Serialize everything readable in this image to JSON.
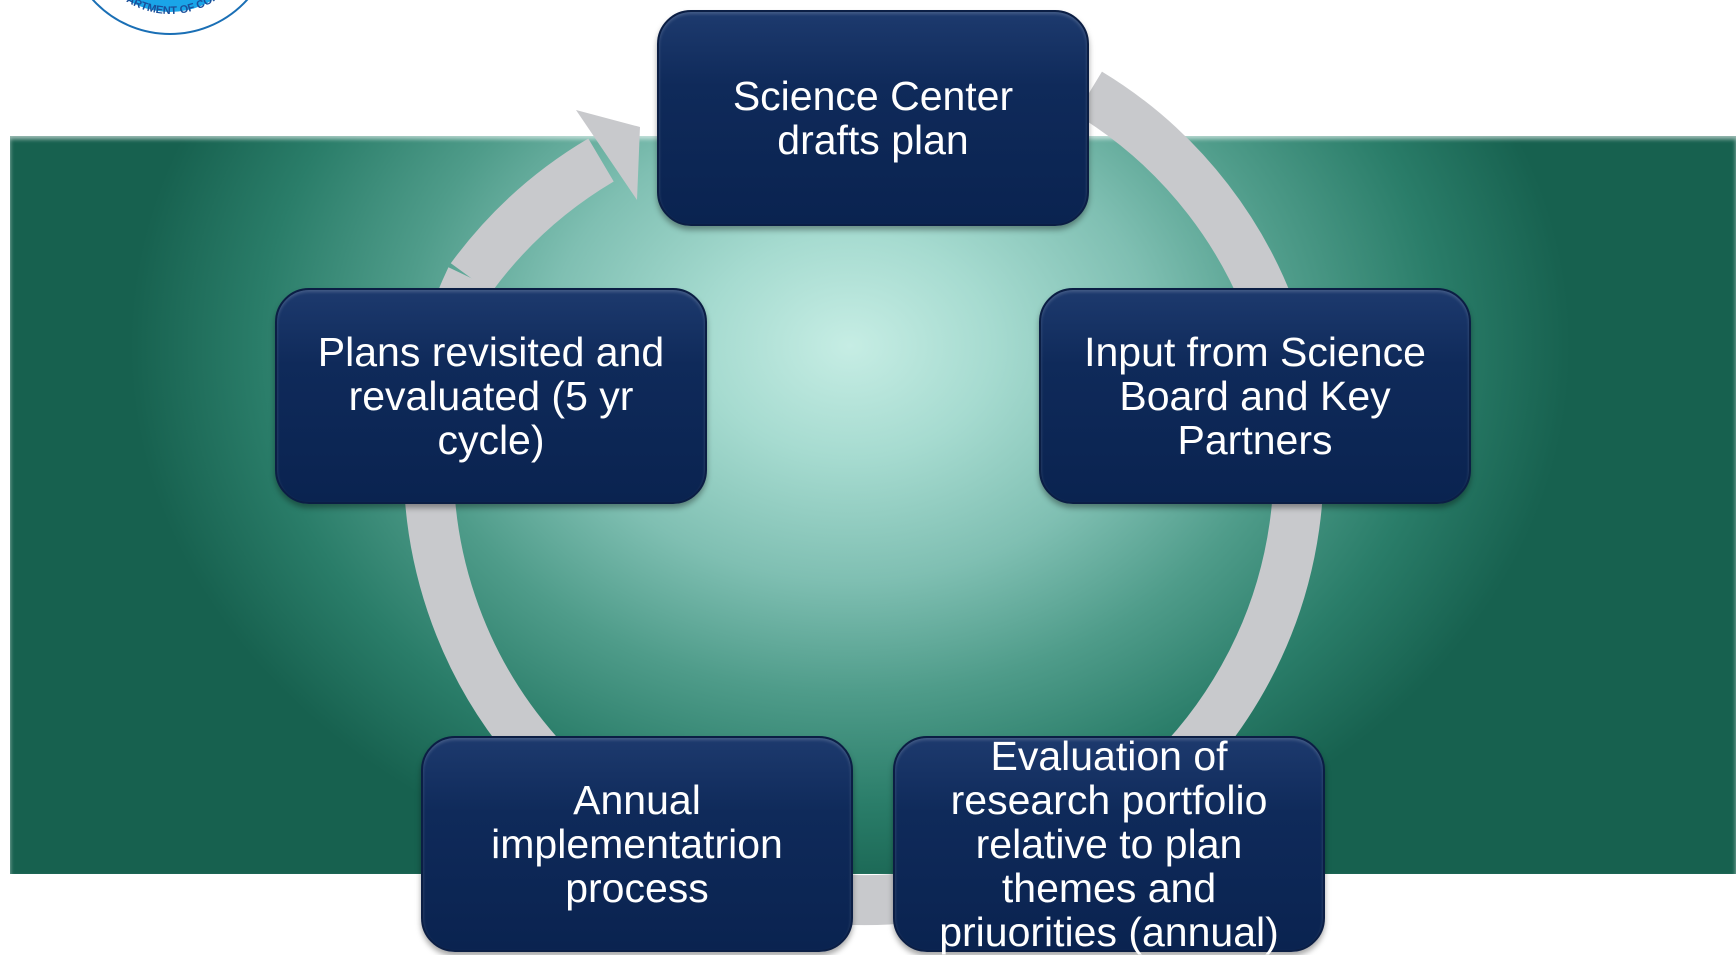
{
  "logo": {
    "text": "U.S. DEPARTMENT OF COMMERCE"
  },
  "cycle": {
    "steps": [
      "Science Center drafts plan",
      "Input from Science Board and Key Partners",
      "Evaluation of research portfolio relative to plan themes and priuorities (annual)",
      "Annual implementatrion process",
      "Plans revisited and revaluated (5 yr cycle)"
    ]
  },
  "colors": {
    "node_fill": "#0f2a5a",
    "ring": "#c8c9cc",
    "backdrop": "#2a7d69"
  }
}
